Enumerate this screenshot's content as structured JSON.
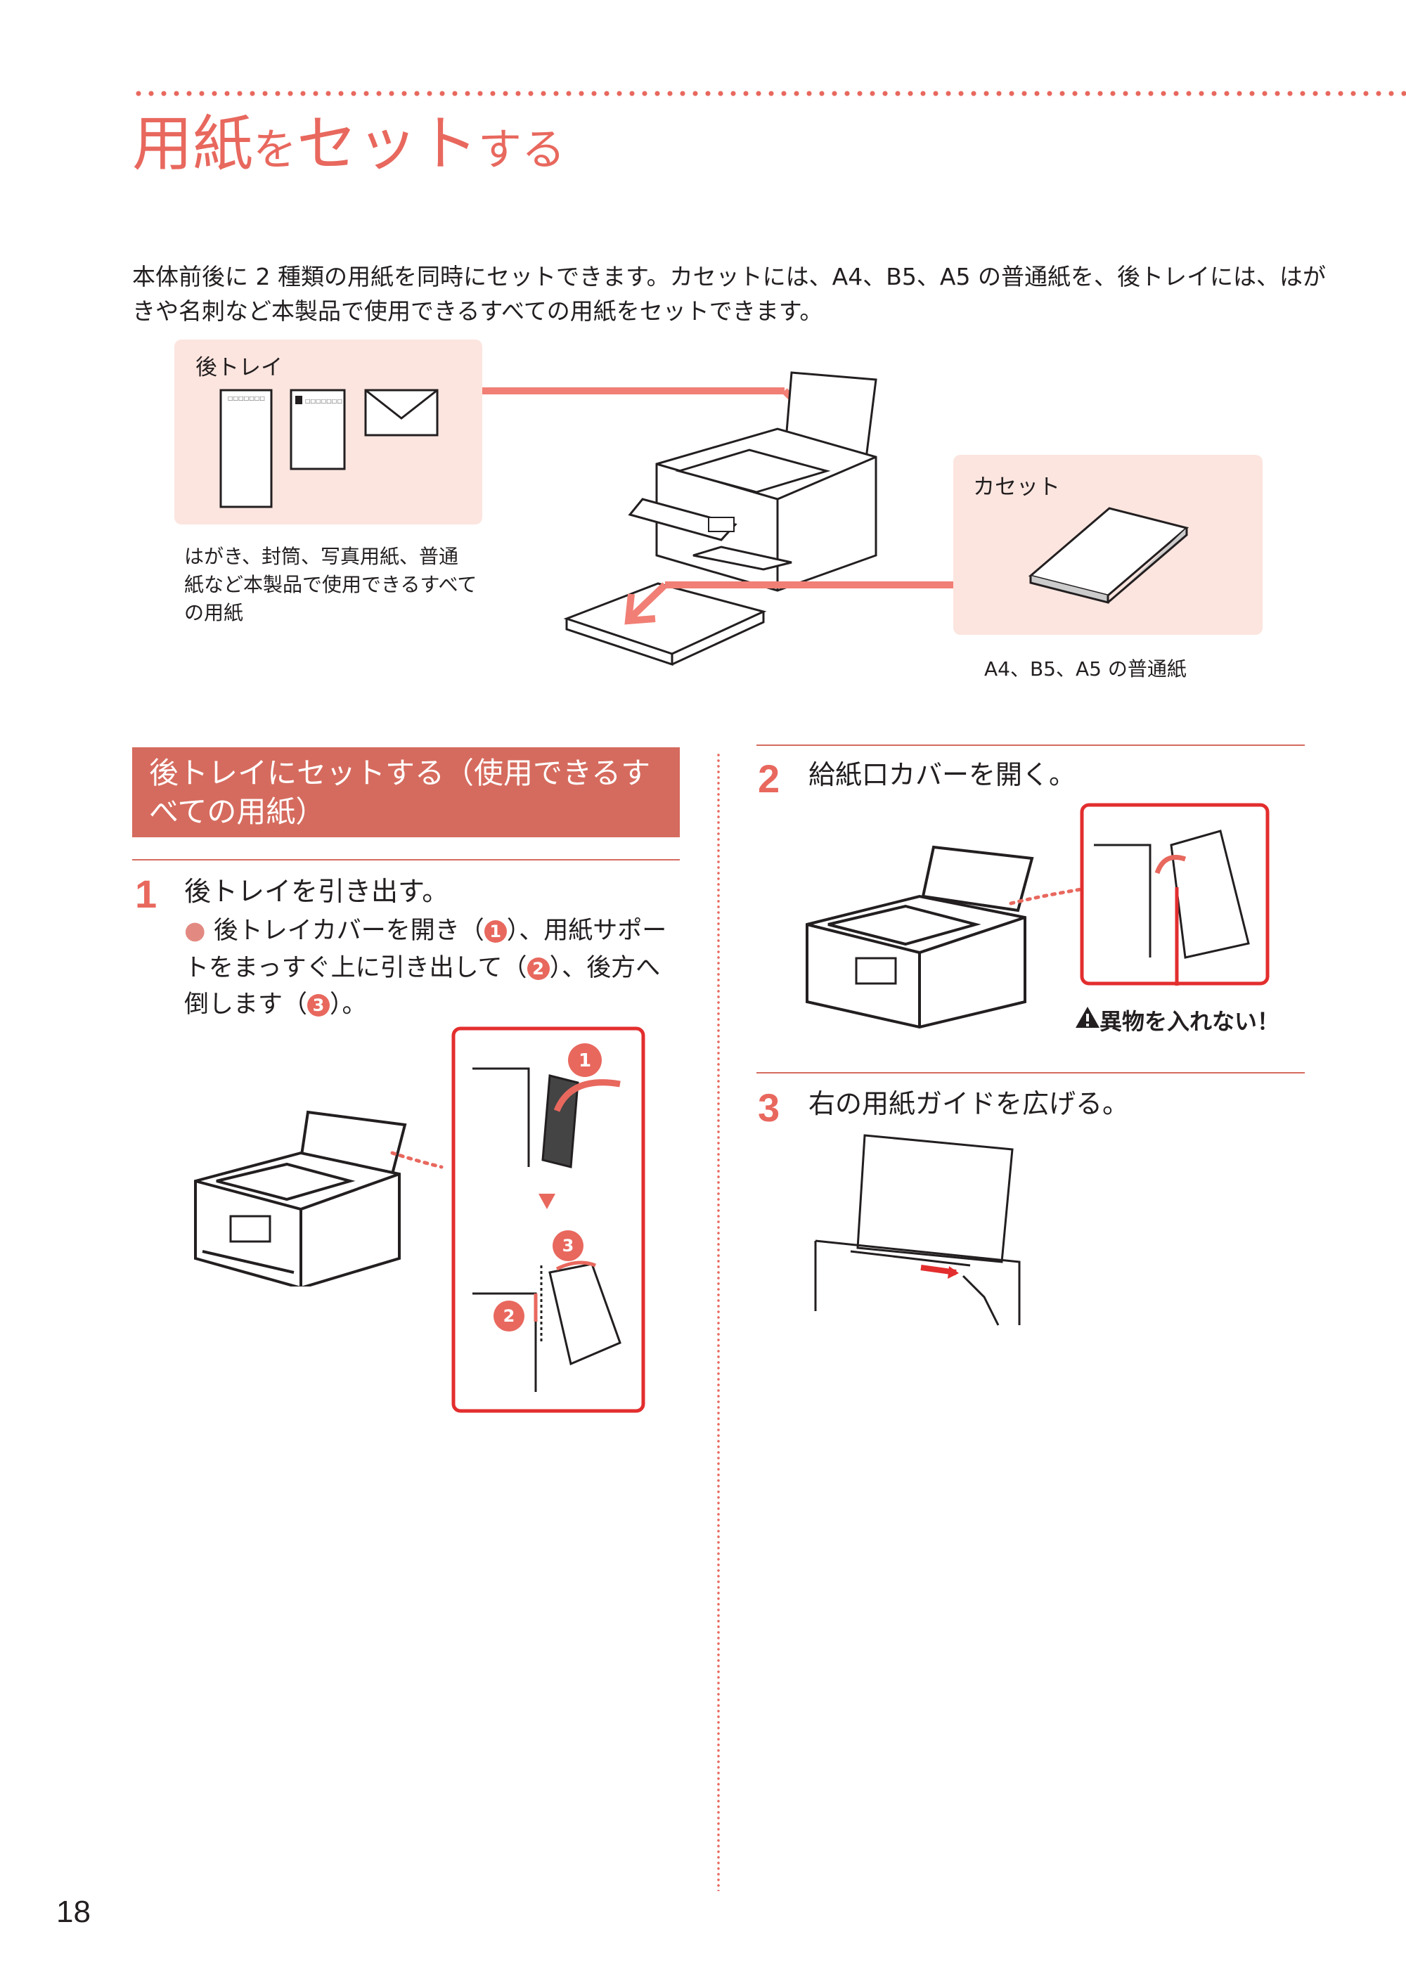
{
  "page": {
    "title_main": "用紙",
    "title_particle": "を",
    "title_set": "セット",
    "title_suffix": "する",
    "intro": "本体前後に 2 種類の用紙を同時にセットできます。カセットには、A4、B5、A5 の普通紙を、後トレイには、はがきや名刺など本製品で使用できるすべての用紙をセットできます。",
    "page_number": "18"
  },
  "colors": {
    "accent": "#e8685e",
    "banner": "#d56b5e",
    "panel": "#fce5df"
  },
  "overview": {
    "rear_tray_label": "後トレイ",
    "rear_tray_caption": "はがき、封筒、写真用紙、普通紙など本製品で使用できるすべての用紙",
    "cassette_label": "カセット",
    "cassette_caption": "A4、B5、A5 の普通紙",
    "postcard_code": "□□□□□□□"
  },
  "section": {
    "heading": "後トレイにセットする（使用できるすべての用紙）"
  },
  "steps": [
    {
      "number": "1",
      "title": "後トレイを引き出す。",
      "bullet_part1": "後トレイカバーを開き（",
      "bullet_part2": "）、用紙サポートをまっすぐ上に引き出して（",
      "bullet_part3": "）、後方へ倒します（",
      "bullet_part4": "）。"
    },
    {
      "number": "2",
      "title": "給紙口カバーを開く。",
      "warning": "異物を入れない！"
    },
    {
      "number": "3",
      "title": "右の用紙ガイドを広げる。"
    }
  ],
  "markers": [
    "1",
    "2",
    "3"
  ]
}
